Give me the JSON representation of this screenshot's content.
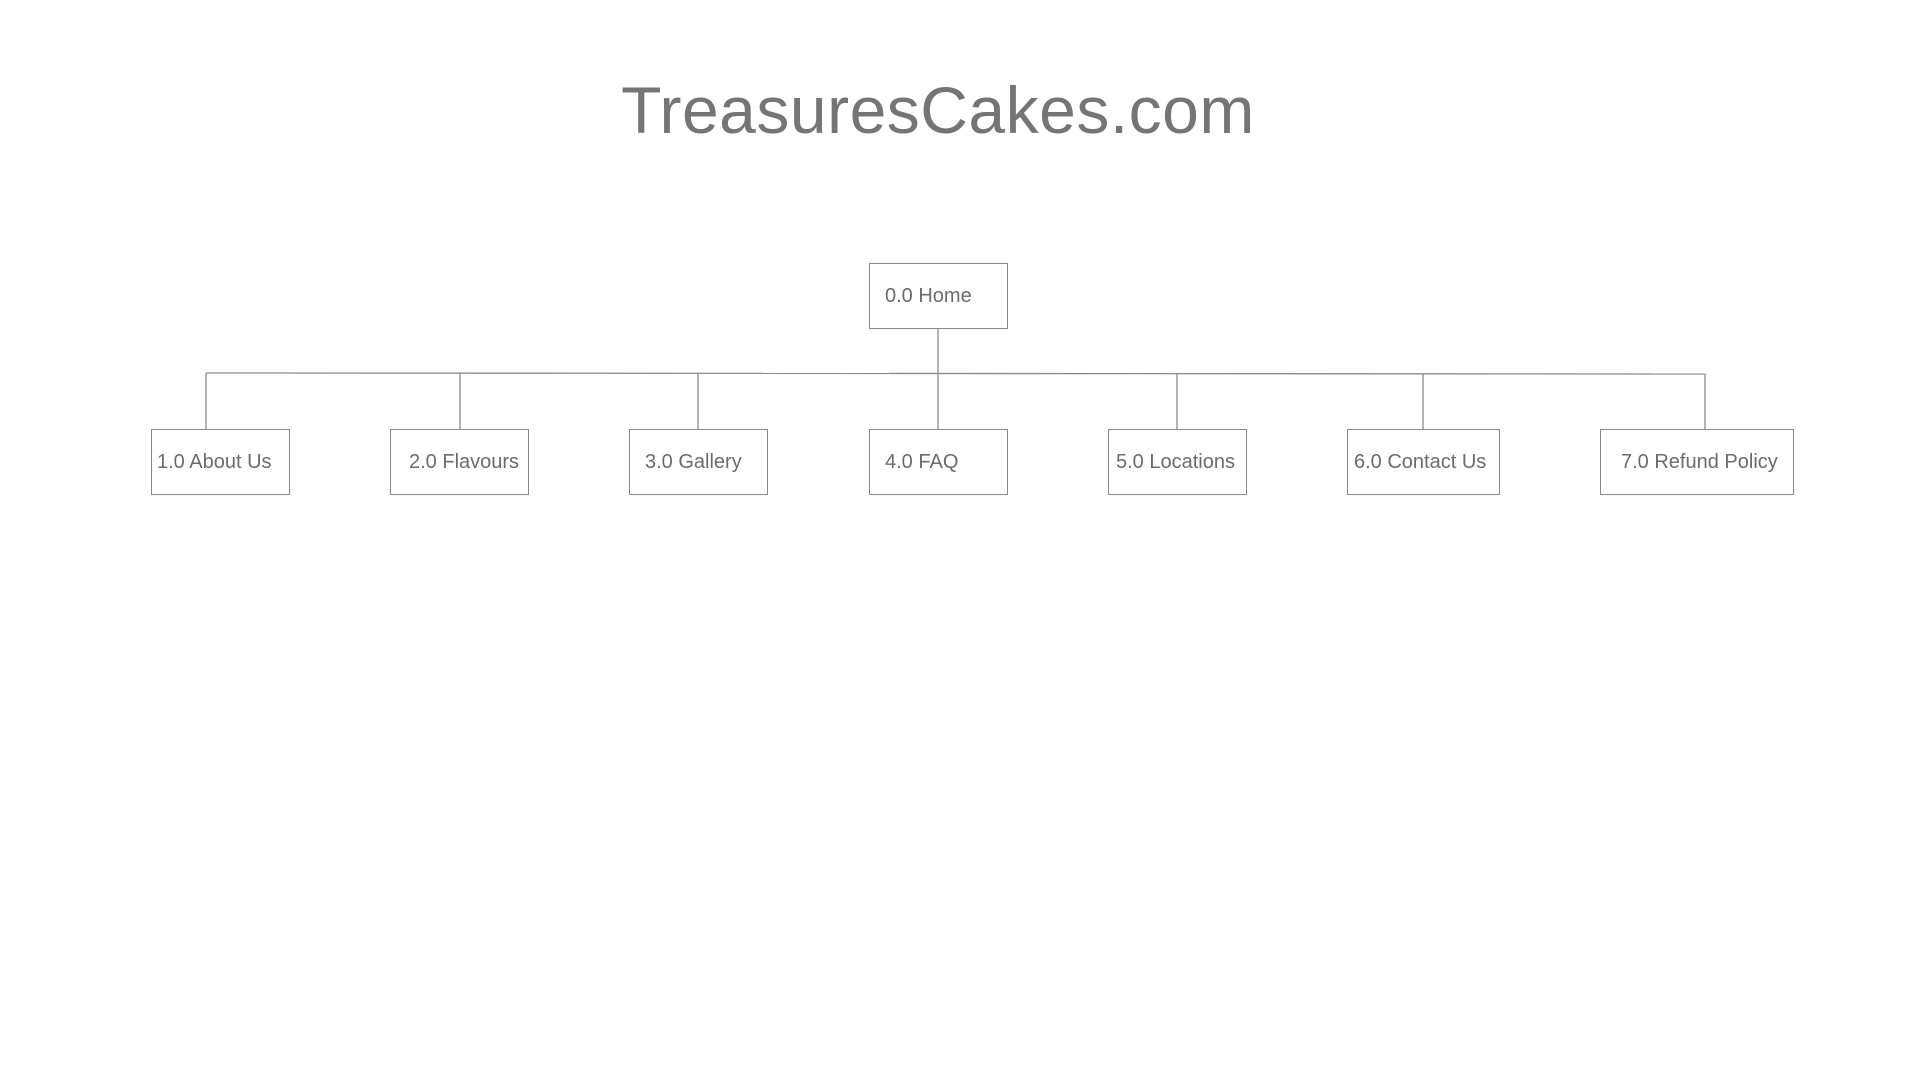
{
  "title": "TreasuresCakes.com",
  "colors": {
    "text": "#757575",
    "box_border": "#8a8a8a",
    "line": "#8a8a8a",
    "background": "#ffffff"
  },
  "sitemap": {
    "root": {
      "label": "0.0 Home"
    },
    "children": [
      {
        "label": "1.0 About Us"
      },
      {
        "label": "2.0 Flavours"
      },
      {
        "label": "3.0 Gallery"
      },
      {
        "label": "4.0 FAQ"
      },
      {
        "label": "5.0 Locations"
      },
      {
        "label": "6.0 Contact Us"
      },
      {
        "label": "7.0 Refund Policy"
      }
    ]
  }
}
